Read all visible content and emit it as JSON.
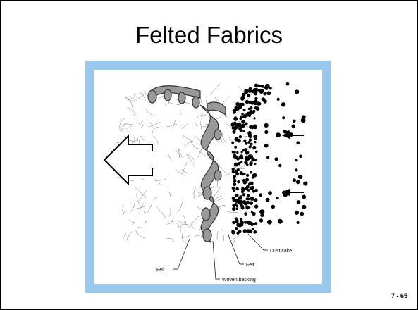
{
  "slide": {
    "title": "Felted Fabrics",
    "slide_number": "7 - 65"
  },
  "diagram": {
    "labels": {
      "felt_left": "Felt",
      "woven_backing": "Woven backing",
      "felt_right": "Felt",
      "dust_cake": "Dust cake"
    },
    "colors": {
      "frame": "#99c8ee",
      "fiber": "#777777",
      "rod": "#999999",
      "particle": "#000000"
    }
  }
}
